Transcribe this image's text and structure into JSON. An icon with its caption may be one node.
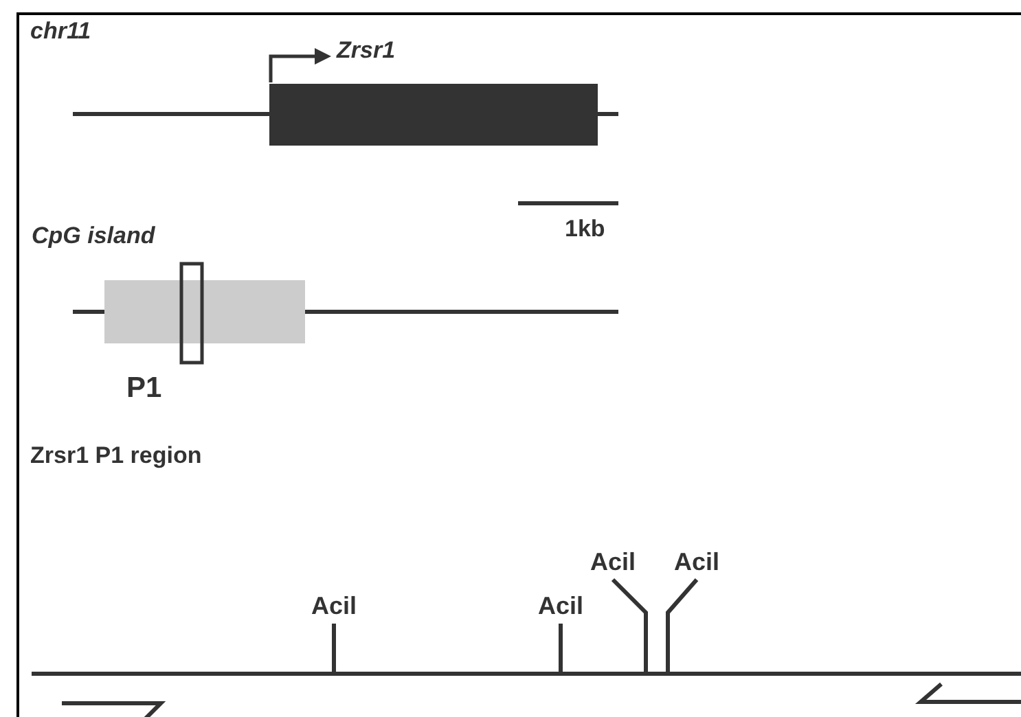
{
  "diagram": {
    "nodes": [
      {
        "text": [
          "Acil"
        ]
      },
      {
        "text": [
          "Acil"
        ]
      },
      {
        "text": [
          "Acil"
        ]
      },
      {
        "text": [
          "Acil"
        ]
      },
      {
        "text": [],
        "shape": "bar"
      }
    ],
    "edges": [
      {
        "from": 0,
        "to": 4,
        "arrow": "none"
      },
      {
        "from": 1,
        "to": 4,
        "arrow": "none"
      },
      {
        "from": 2,
        "to": 4,
        "arrow": "none"
      },
      {
        "from": 3,
        "to": 4,
        "arrow": "none"
      }
    ],
    "labels": [
      "chr11",
      "Zrsr1",
      "1kb",
      "CpG island",
      "P1",
      "Zrsr1 P1 region"
    ]
  }
}
